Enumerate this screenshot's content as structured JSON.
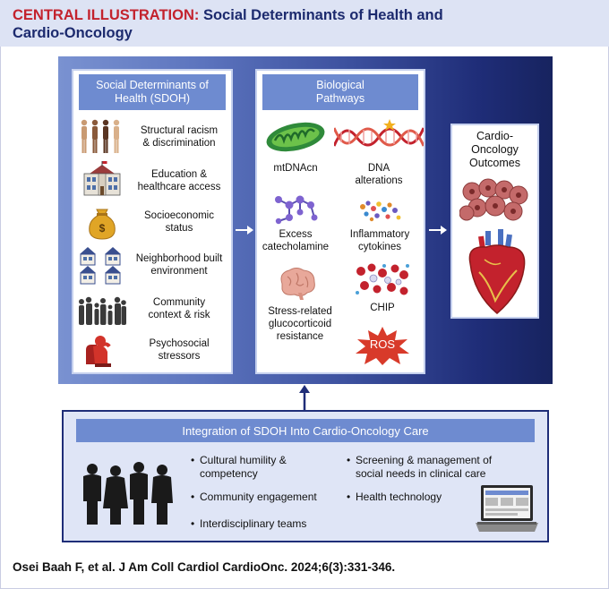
{
  "title": {
    "label": "CENTRAL ILLUSTRATION:",
    "line1": "Social Determinants of Health and",
    "line2": "Cardio-Oncology"
  },
  "sdoh_panel": {
    "header_line1": "Social Determinants of",
    "header_line2": "Health (SDOH)",
    "items": [
      {
        "line1": "Structural racism",
        "line2": "& discrimination",
        "icon": "people-silhouettes-icon"
      },
      {
        "line1": "Education &",
        "line2": "healthcare access",
        "icon": "school-building-icon"
      },
      {
        "line1": "Socioeconomic",
        "line2": "status",
        "icon": "money-bag-icon"
      },
      {
        "line1": "Neighborhood built",
        "line2": "environment",
        "icon": "houses-icon"
      },
      {
        "line1": "Community",
        "line2": "context & risk",
        "icon": "crowd-silhouette-icon"
      },
      {
        "line1": "Psychosocial",
        "line2": "stressors",
        "icon": "stressed-person-icon"
      }
    ]
  },
  "bio_panel": {
    "header_line1": "Biological",
    "header_line2": "Pathways",
    "items": [
      {
        "line1": "mtDNAcn",
        "line2": "",
        "icon": "mitochondria-icon"
      },
      {
        "line1": "DNA",
        "line2": "alterations",
        "icon": "dna-helix-icon"
      },
      {
        "line1": "Excess",
        "line2": "catecholamine",
        "icon": "molecule-icon"
      },
      {
        "line1": "Inflammatory",
        "line2": "cytokines",
        "icon": "cytokines-icon"
      },
      {
        "line1": "Stress-related",
        "line2": "glucocorticoid",
        "line3": "resistance",
        "icon": "brain-icon"
      },
      {
        "line1": "CHIP",
        "line2": "",
        "icon": "blood-cells-icon"
      },
      {
        "line1": "ROS",
        "line2": "",
        "icon": "ros-burst-icon"
      }
    ]
  },
  "outcomes_panel": {
    "line1": "Cardio-",
    "line2": "Oncology",
    "line3": "Outcomes",
    "icons": [
      "tumor-cells-icon",
      "heart-icon"
    ]
  },
  "integration": {
    "header": "Integration of SDOH Into Cardio-Oncology Care",
    "left_bullets": [
      {
        "line1": "Cultural humility &",
        "line2": "competency"
      },
      {
        "line1": "Community engagement",
        "line2": ""
      },
      {
        "line1": "Interdisciplinary teams",
        "line2": ""
      }
    ],
    "right_bullets": [
      {
        "line1": "Screening & management of",
        "line2": "social needs in clinical care"
      },
      {
        "line1": "Health technology",
        "line2": ""
      }
    ],
    "bullet_char": "•",
    "icons": [
      "care-team-silhouettes-icon",
      "laptop-icon"
    ]
  },
  "citation": "Osei Baah F, et al. J Am Coll Cardiol CardioOnc. 2024;6(3):331-346.",
  "colors": {
    "title_red": "#c3222d",
    "title_navy": "#1c2a6e",
    "header_blue": "#6e8bd0",
    "panel_dark": "#1f2d78"
  }
}
